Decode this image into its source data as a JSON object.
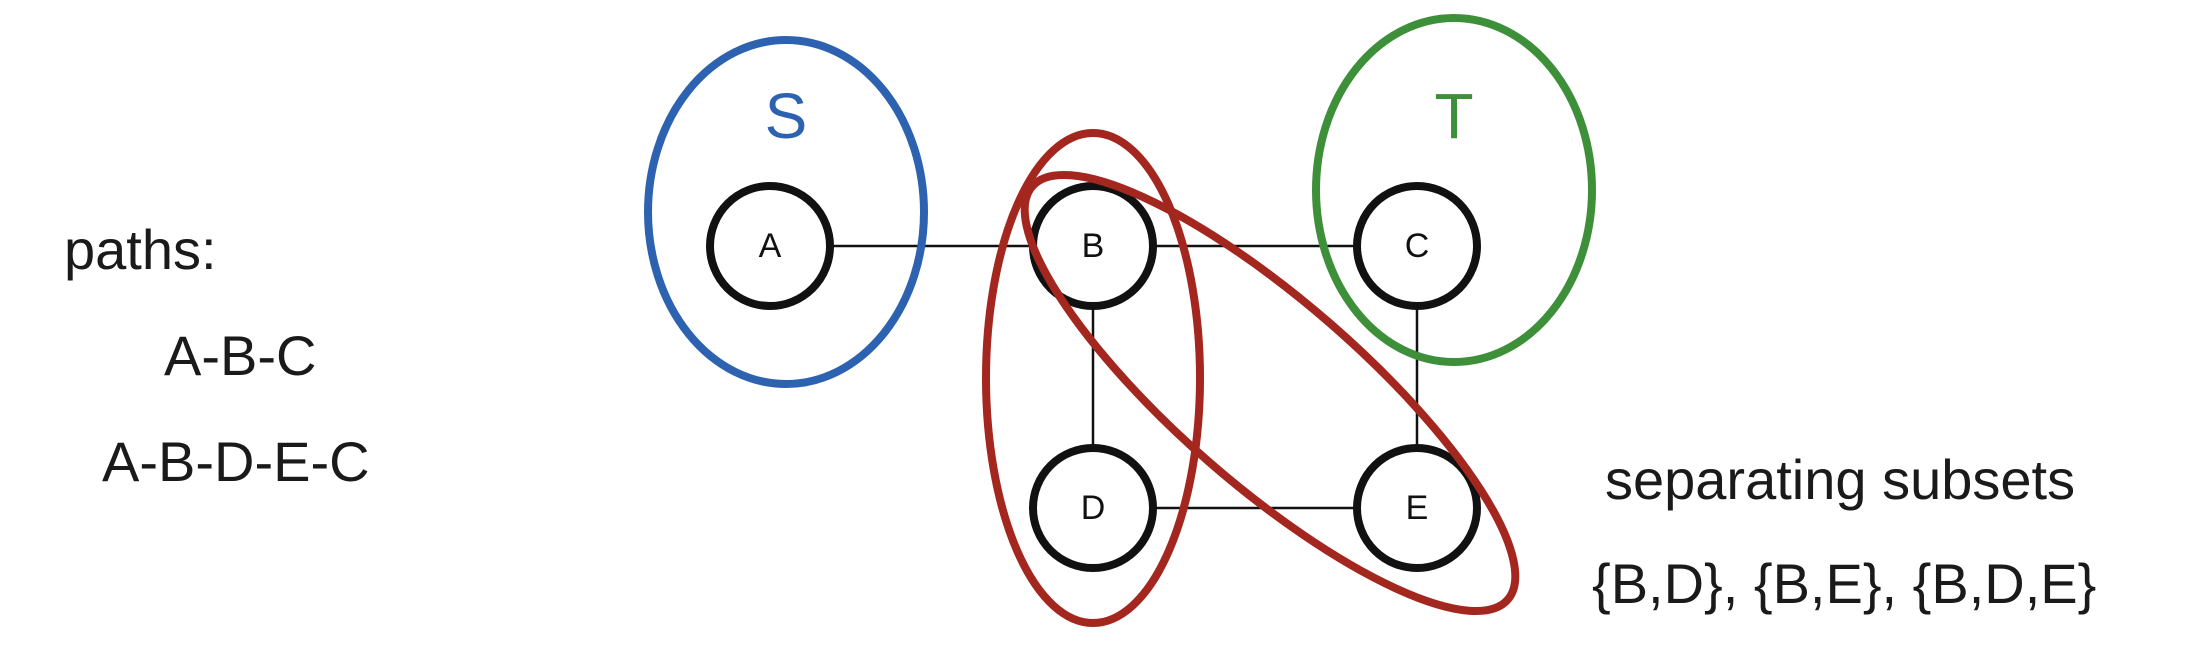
{
  "left_panel": {
    "heading": "paths:",
    "paths": [
      "A-B-C",
      "A-B-D-E-C"
    ]
  },
  "right_panel": {
    "heading": "separating subsets",
    "subsets": "{B,D}, {B,E}, {B,D,E}"
  },
  "groups": {
    "S": {
      "label": "S",
      "color": "#2d62b0"
    },
    "T": {
      "label": "T",
      "color": "#3e8f3a"
    },
    "separators_color": "#a3261f"
  },
  "nodes": {
    "A": "A",
    "B": "B",
    "C": "C",
    "D": "D",
    "E": "E"
  },
  "edges": [
    [
      "A",
      "B"
    ],
    [
      "B",
      "C"
    ],
    [
      "B",
      "D"
    ],
    [
      "C",
      "E"
    ],
    [
      "D",
      "E"
    ]
  ]
}
